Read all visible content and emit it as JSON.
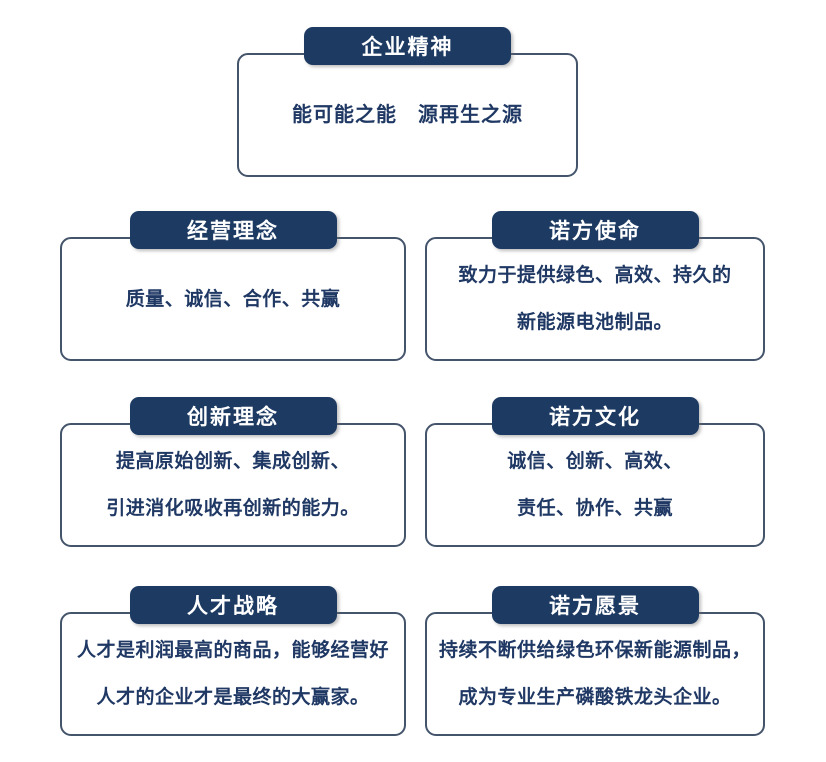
{
  "colors": {
    "tab_background": "#1d3a63",
    "tab_text": "#ffffff",
    "box_border": "#44546a",
    "body_text": "#1f3864",
    "page_background": "#ffffff"
  },
  "cards": [
    {
      "id": "enterprise-spirit",
      "title": "企业精神",
      "lines": [
        "能可能之能　源再生之源"
      ]
    },
    {
      "id": "business-philosophy",
      "title": "经营理念",
      "lines": [
        "质量、诚信、合作、共赢"
      ]
    },
    {
      "id": "nuofang-mission",
      "title": "诺方使命",
      "lines": [
        "致力于提供绿色、高效、持久的",
        "新能源电池制品。"
      ]
    },
    {
      "id": "innovation-philosophy",
      "title": "创新理念",
      "lines": [
        "提高原始创新、集成创新、",
        "引进消化吸收再创新的能力。"
      ]
    },
    {
      "id": "nuofang-culture",
      "title": "诺方文化",
      "lines": [
        "诚信、创新、高效、",
        "责任、协作、共赢"
      ]
    },
    {
      "id": "talent-strategy",
      "title": "人才战略",
      "lines": [
        "人才是利润最高的商品，能够经营好",
        "人才的企业才是最终的大赢家。"
      ]
    },
    {
      "id": "nuofang-vision",
      "title": "诺方愿景",
      "lines": [
        "持续不断供给绿色环保新能源制品，",
        "成为专业生产磷酸铁龙头企业。"
      ]
    }
  ]
}
